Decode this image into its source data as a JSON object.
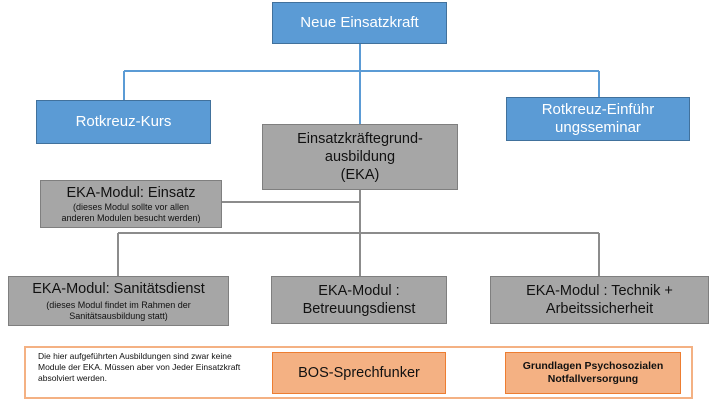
{
  "nodes": {
    "root": "Neue Einsatzkraft",
    "rotkreuz_kurs": "Rotkreuz-Kurs",
    "einfuehrungsseminar": "Rotkreuz-Einführungsseminar",
    "eka": [
      "Einsatzkräftegrund-",
      "ausbildung",
      "(EKA)"
    ],
    "eka_einsatz": {
      "title": "EKA-Modul: Einsatz",
      "note": [
        "(dieses Modul sollte vor allen",
        "anderen Modulen besucht werden)"
      ]
    },
    "sanitaetsdienst": {
      "title": "EKA-Modul: Sanitätsdienst",
      "note": [
        "(dieses Modul  findet im Rahmen der",
        "Sanitätsausbildung statt)"
      ]
    },
    "betreuungsdienst": [
      "EKA-Modul :",
      "Betreuungsdienst"
    ],
    "technik": [
      "EKA-Modul : Technik +",
      "Arbeitssicherheit"
    ]
  },
  "legend": {
    "text": [
      "Die hier aufgeführten Ausbildungen sind zwar keine",
      "Module der EKA. Müssen aber von Jeder Einsatzkraft",
      "absolviert werden."
    ],
    "bos": "BOS-Sprechfunker",
    "psnv": [
      "Grundlagen Psychosozialen",
      "Notfallversorgung"
    ]
  },
  "colors": {
    "blue_box": "#5b9bd5",
    "gray_box": "#a6a6a6",
    "orange_box": "#f4b183",
    "connector_blue": "#5b9bd5",
    "connector_gray": "#8c8c8c"
  }
}
